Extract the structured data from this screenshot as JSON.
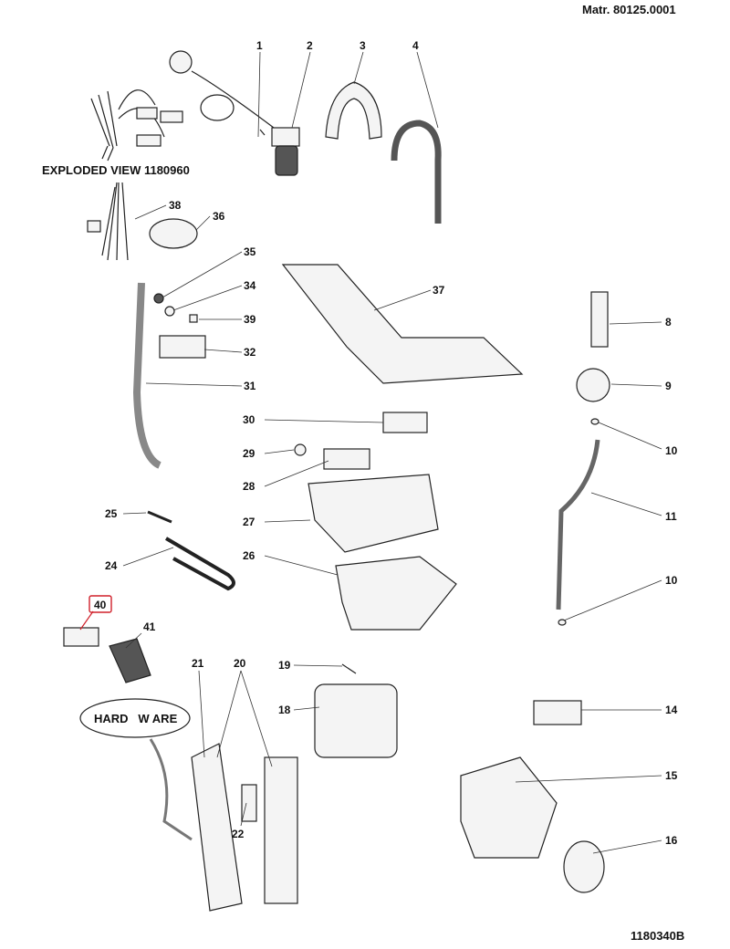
{
  "header": {
    "material_code": "Matr. 80125.0001"
  },
  "footer": {
    "document_number": "1180340B"
  },
  "exploded_view_note": "EXPLODED VIEW 1180960",
  "hardware_label": "HARD   W ARE",
  "highlight_color": "#d0202a",
  "parts": [
    {
      "id": "1",
      "label": "1"
    },
    {
      "id": "2",
      "label": "2"
    },
    {
      "id": "3",
      "label": "3"
    },
    {
      "id": "4",
      "label": "4"
    },
    {
      "id": "8",
      "label": "8"
    },
    {
      "id": "9",
      "label": "9"
    },
    {
      "id": "10a",
      "label": "10"
    },
    {
      "id": "10b",
      "label": "10"
    },
    {
      "id": "11",
      "label": "11"
    },
    {
      "id": "14",
      "label": "14"
    },
    {
      "id": "15",
      "label": "15"
    },
    {
      "id": "16",
      "label": "16"
    },
    {
      "id": "18",
      "label": "18"
    },
    {
      "id": "19",
      "label": "19"
    },
    {
      "id": "20",
      "label": "20"
    },
    {
      "id": "21",
      "label": "21"
    },
    {
      "id": "22",
      "label": "22"
    },
    {
      "id": "24",
      "label": "24"
    },
    {
      "id": "25",
      "label": "25"
    },
    {
      "id": "26",
      "label": "26"
    },
    {
      "id": "27",
      "label": "27"
    },
    {
      "id": "28",
      "label": "28"
    },
    {
      "id": "29",
      "label": "29"
    },
    {
      "id": "30",
      "label": "30"
    },
    {
      "id": "31",
      "label": "31"
    },
    {
      "id": "32",
      "label": "32"
    },
    {
      "id": "34",
      "label": "34"
    },
    {
      "id": "35",
      "label": "35"
    },
    {
      "id": "36",
      "label": "36"
    },
    {
      "id": "37",
      "label": "37"
    },
    {
      "id": "38",
      "label": "38"
    },
    {
      "id": "39",
      "label": "39"
    },
    {
      "id": "40",
      "label": "40",
      "highlighted": true
    },
    {
      "id": "41",
      "label": "41"
    }
  ]
}
